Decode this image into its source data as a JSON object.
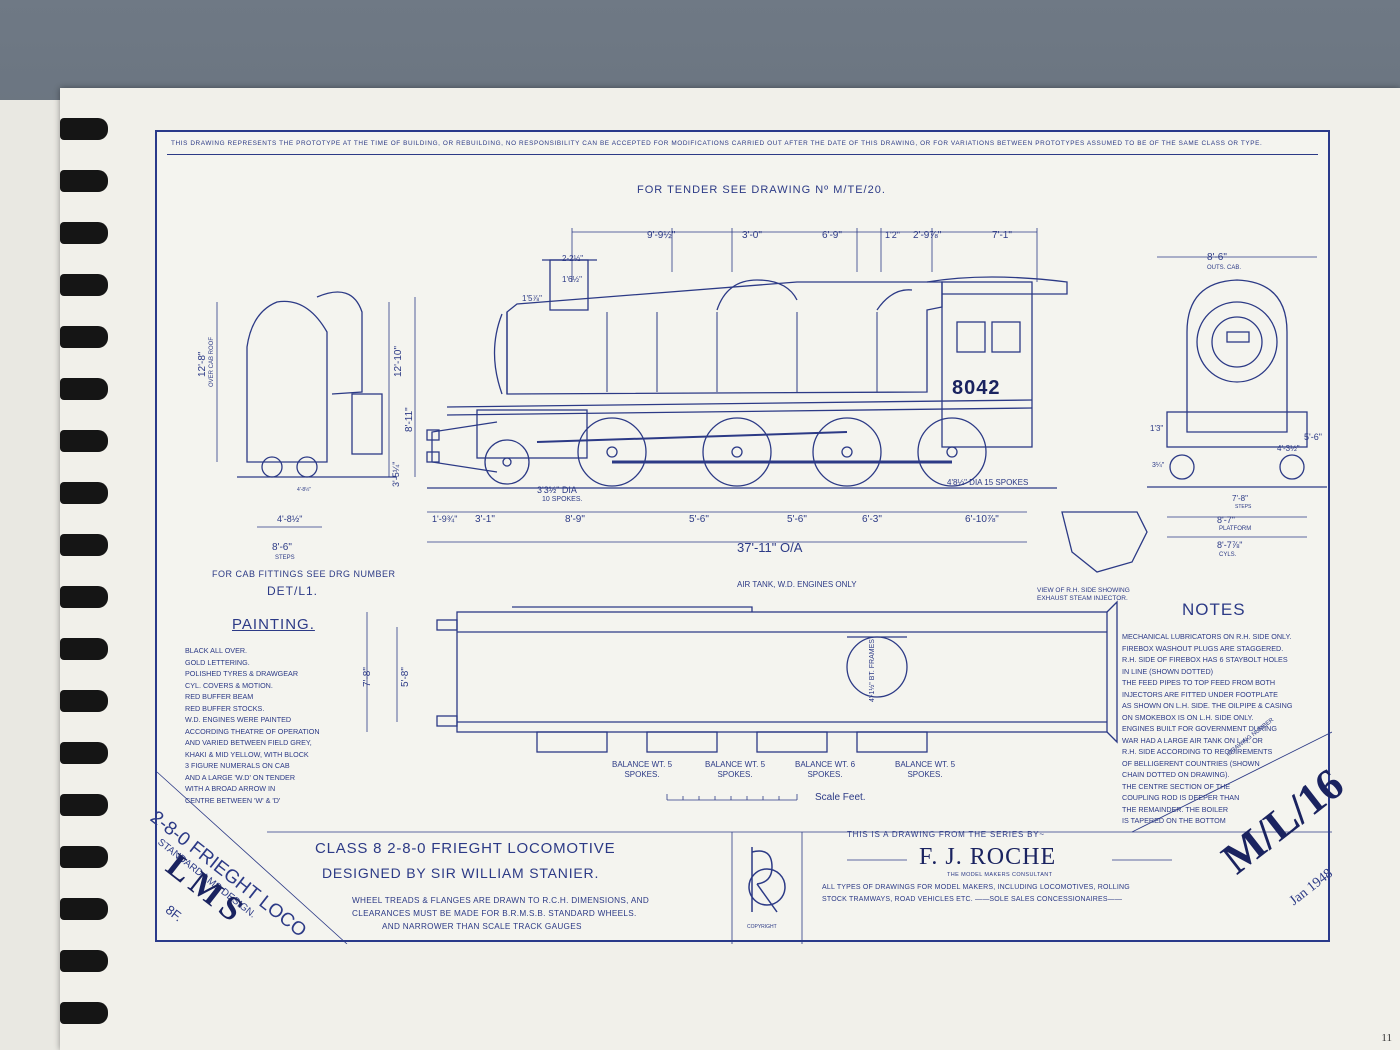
{
  "header_note": "THIS DRAWING REPRESENTS THE PROTOTYPE AT THE TIME OF BUILDING, OR REBUILDING, NO RESPONSIBILITY CAN BE ACCEPTED FOR MODIFICATIONS CARRIED OUT AFTER THE DATE OF THIS DRAWING, OR FOR VARIATIONS BETWEEN PROTOTYPES ASSUMED TO BE OF THE SAME CLASS OR TYPE.",
  "tender_ref": "FOR TENDER SEE DRAWING Nº M/TE/20.",
  "loco_number": "8042",
  "dimensions": {
    "top": [
      "9'-9½\"",
      "3'-0\"",
      "6'-9\"",
      "1'2\"",
      "2'-9⅞\"",
      "7'-1\""
    ],
    "chimney": [
      "2-2½\"",
      "1'6½\"",
      "1'5⅞\""
    ],
    "heights": [
      "12'-8\"",
      "12'-10\"",
      "8'-11\"",
      "3'-5¼\""
    ],
    "over_cab_roof": "OVER CAB ROOF",
    "bottom": [
      "1'-9¾\"",
      "3'-1\"",
      "8'-9\"",
      "5'-6\"",
      "5'-6\"",
      "6'-3\"",
      "6'-10⅞\""
    ],
    "overall": "37'-11\" O/A",
    "leading_wheel": "3'3½\" DIA",
    "leading_spokes": "10 SPOKES.",
    "driving_wheel": "4'8½\" DIA 15 SPOKES",
    "cab_width": "4'-8½\"",
    "steps": "8'-6\"",
    "steps_label": "STEPS",
    "front_width": "8'-6\"",
    "outs_cab": "OUTS. CAB.",
    "front_heights": [
      "1'3\"",
      "4'-3½\"",
      "5'-6\"",
      "3¼\""
    ],
    "platform": "8'-7\"",
    "platform_label": "PLATFORM",
    "cyls": "8'-7⅞\"",
    "cyls_label": "CYLS.",
    "buffer": "7'-8\"",
    "buffer_label": "STEPS",
    "plan_widths": [
      "7'-8\"",
      "5'-8\""
    ],
    "frames": "4'-1½\" BT. FRAMES",
    "small_label": "4'-8½\""
  },
  "cab_fittings": "FOR CAB FITTINGS SEE DRG NUMBER",
  "cab_fittings_ref": "DET/L1.",
  "air_tank": "AIR TANK, W.D. ENGINES ONLY",
  "injector_note": "VIEW OF R.H. SIDE SHOWING EXHAUST STEAM INJECTOR.",
  "balance_weights": [
    "BALANCE WT. 5 SPOKES.",
    "BALANCE WT. 5 SPOKES.",
    "BALANCE WT. 6 SPOKES.",
    "BALANCE WT. 5 SPOKES."
  ],
  "scale_label": "Scale Feet.",
  "painting_title": "PAINTING.",
  "painting_lines": [
    "BLACK ALL OVER.",
    "GOLD LETTERING.",
    "POLISHED TYRES & DRAWGEAR",
    "CYL. COVERS & MOTION.",
    "RED BUFFER BEAM",
    "RED BUFFER STOCKS.",
    "W.D. ENGINES WERE PAINTED",
    "ACCORDING THEATRE OF OPERATION",
    "AND VARIED BETWEEN FIELD GREY,",
    "KHAKI & MID YELLOW, WITH BLOCK",
    "3 FIGURE NUMERALS ON CAB",
    "AND A LARGE 'W.D' ON TENDER",
    "WITH A BROAD ARROW IN",
    "CENTRE BETWEEN 'W' & 'D'"
  ],
  "notes_title": "NOTES",
  "notes_lines": [
    "MECHANICAL LUBRICATORS ON R.H. SIDE ONLY.",
    "FIREBOX WASHOUT PLUGS ARE STAGGERED.",
    "R.H. SIDE OF FIREBOX HAS 6 STAYBOLT HOLES",
    "IN LINE (SHOWN DOTTED)",
    "THE FEED PIPES TO TOP FEED FROM BOTH",
    "INJECTORS ARE FITTED UNDER FOOTPLATE",
    "AS SHOWN ON L.H. SIDE. THE OILPIPE & CASING",
    "ON SMOKEBOX IS ON L.H. SIDE ONLY.",
    "ENGINES BUILT FOR GOVERNMENT DURING",
    "WAR HAD A LARGE AIR TANK ON L.H. OR",
    "R.H. SIDE ACCORDING TO REQUIREMENTS",
    "OF BELLIGERENT COUNTRIES (SHOWN",
    "CHAIN DOTTED ON DRAWING).",
    "THE CENTRE SECTION OF THE",
    "COUPLING ROD IS DEEPER THAN",
    "THE REMAINDER. THE BOILER",
    "IS TAPERED ON THE BOTTOM"
  ],
  "title_block": {
    "corner_line1": "2-8-0 FRIEGHT LOCO",
    "corner_line2": "STANDARD LMS DESIGN.",
    "corner_line3": "LMS",
    "corner_line4": "8F.",
    "class_line": "CLASS 8 2-8-0 FRIEGHT LOCOMOTIVE",
    "designer_line": "DESIGNED BY SIR WILLIAM STANIER.",
    "wheel_note1": "WHEEL TREADS & FLANGES ARE DRAWN TO R.C.H. DIMENSIONS, AND",
    "wheel_note2": "CLEARANCES MUST BE MADE FOR B.R.M.S.B. STANDARD WHEELS.",
    "wheel_note3": "AND NARROWER THAN SCALE TRACK GAUGES",
    "series_line": "THIS IS A DRAWING FROM THE SERIES BY~",
    "author": "F. J. ROCHE",
    "author_sub": "THE MODEL MAKERS CONSULTANT",
    "types_line1": "ALL TYPES OF DRAWINGS FOR MODEL MAKERS, INCLUDING LOCOMOTIVES, ROLLING",
    "types_line2": "STOCK TRAMWAYS, ROAD VEHICLES ETC. ——SOLE SALES CONCESSIONAIRES——",
    "copyright": "COPYRIGHT",
    "drawing_number_label": "DRAWING NUMBER",
    "drawing_number": "M/L/16",
    "date": "Jan 1948"
  },
  "page_number": "11",
  "colors": {
    "ink": "#2c3a86",
    "paper": "#f4f4ef",
    "spiral": "#151515"
  }
}
